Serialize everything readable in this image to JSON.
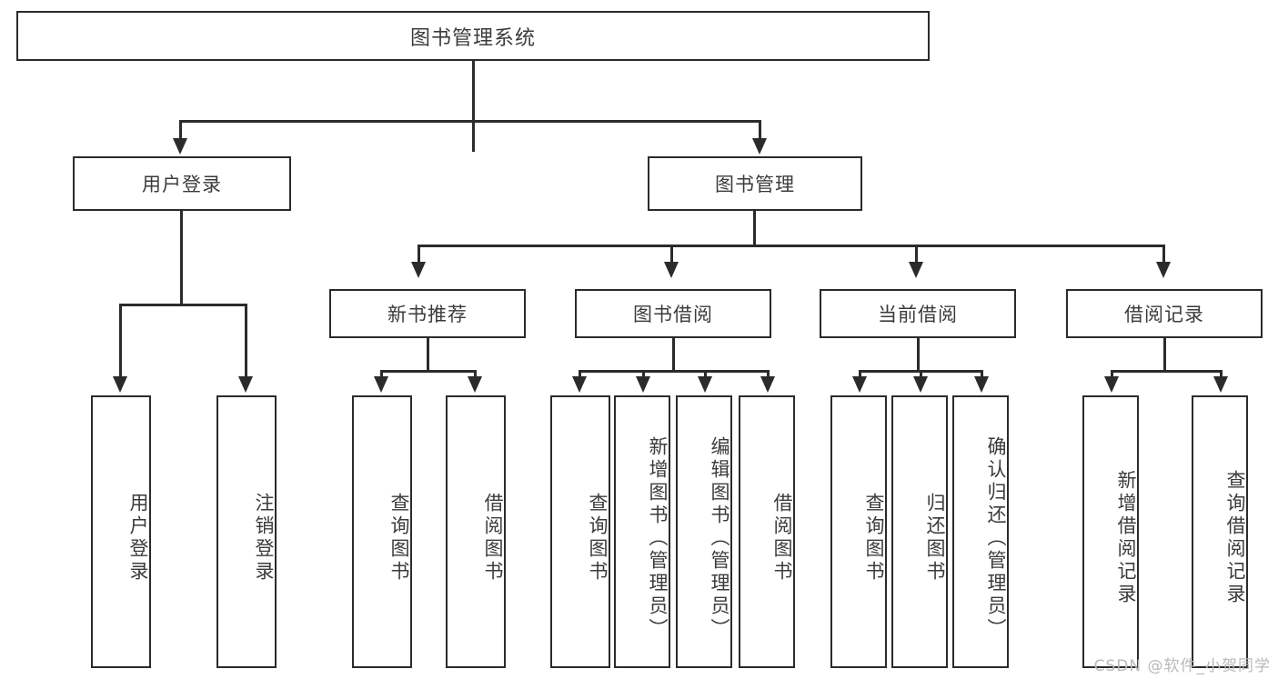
{
  "diagram": {
    "title": "图书管理系统",
    "type": "tree",
    "root": {
      "id": "root",
      "label": "图书管理系统"
    },
    "level2": [
      {
        "id": "user-login",
        "label": "用户登录"
      },
      {
        "id": "book-management",
        "label": "图书管理"
      }
    ],
    "level3": [
      {
        "id": "new-book-recommend",
        "label": "新书推荐",
        "parent": "book-management"
      },
      {
        "id": "book-borrow",
        "label": "图书借阅",
        "parent": "book-management"
      },
      {
        "id": "current-borrow",
        "label": "当前借阅",
        "parent": "book-management"
      },
      {
        "id": "borrow-record",
        "label": "借阅记录",
        "parent": "book-management"
      }
    ],
    "leaves": [
      {
        "id": "leaf-user-login",
        "label": "用户登录",
        "parent": "user-login"
      },
      {
        "id": "leaf-logout",
        "label": "注销登录",
        "parent": "user-login"
      },
      {
        "id": "leaf-query-book-1",
        "label": "查询图书",
        "parent": "new-book-recommend"
      },
      {
        "id": "leaf-borrow-book-1",
        "label": "借阅图书",
        "parent": "new-book-recommend"
      },
      {
        "id": "leaf-query-book-2",
        "label": "查询图书",
        "parent": "book-borrow"
      },
      {
        "id": "leaf-add-book",
        "label": "新增图书（管理员）",
        "parent": "book-borrow"
      },
      {
        "id": "leaf-edit-book",
        "label": "编辑图书（管理员）",
        "parent": "book-borrow"
      },
      {
        "id": "leaf-borrow-book-2",
        "label": "借阅图书",
        "parent": "book-borrow"
      },
      {
        "id": "leaf-query-book-3",
        "label": "查询图书",
        "parent": "current-borrow"
      },
      {
        "id": "leaf-return-book",
        "label": "归还图书",
        "parent": "current-borrow"
      },
      {
        "id": "leaf-confirm-return",
        "label": "确认归还（管理员）",
        "parent": "current-borrow"
      },
      {
        "id": "leaf-add-record",
        "label": "新增借阅记录",
        "parent": "borrow-record"
      },
      {
        "id": "leaf-query-record",
        "label": "查询借阅记录",
        "parent": "borrow-record"
      }
    ],
    "colors": {
      "stroke": "#2b2b2b",
      "text": "#3b3b3b",
      "background": "#ffffff",
      "watermark": "#b9b9b9"
    }
  },
  "watermark": {
    "text": "CSDN @软件_小贺同学"
  }
}
